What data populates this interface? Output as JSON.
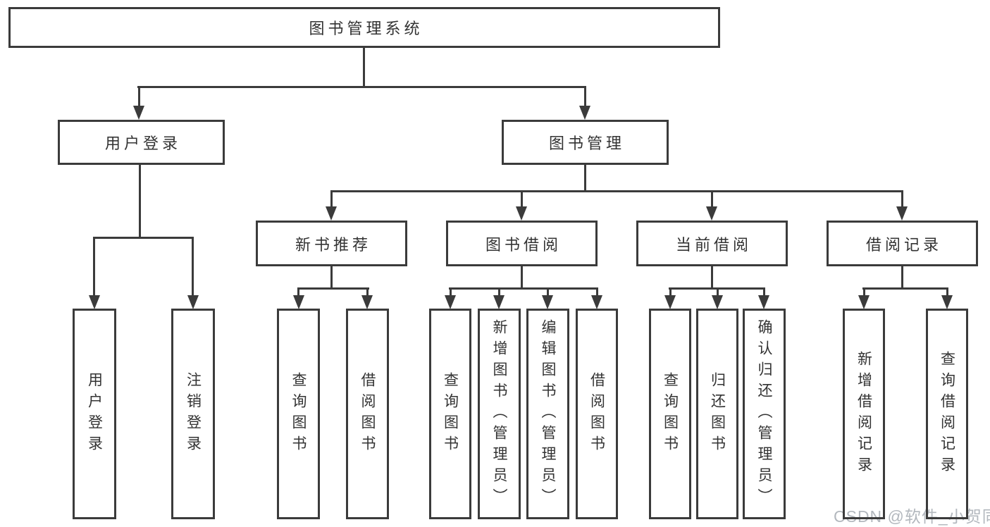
{
  "tree": {
    "root": "图书管理系统",
    "children": [
      {
        "label": "用户登录",
        "children": [
          "用户登录",
          "注销登录"
        ]
      },
      {
        "label": "图书管理",
        "children": [
          {
            "label": "新书推荐",
            "children": [
              "查询图书",
              "借阅图书"
            ]
          },
          {
            "label": "图书借阅",
            "children": [
              "查询图书",
              "新增图书（管理员）",
              "编辑图书（管理员）",
              "借阅图书"
            ]
          },
          {
            "label": "当前借阅",
            "children": [
              "查询图书",
              "归还图书",
              "确认归还（管理员）"
            ]
          },
          {
            "label": "借阅记录",
            "children": [
              "新增借阅记录",
              "查询借阅记录"
            ]
          }
        ]
      }
    ]
  },
  "watermark": {
    "text": "CSDN @软件_小贺同学"
  },
  "colors": {
    "line": "#3b3b3b",
    "box_background": "#ffffff",
    "text": "#333333",
    "watermark": "#b3b8be"
  }
}
